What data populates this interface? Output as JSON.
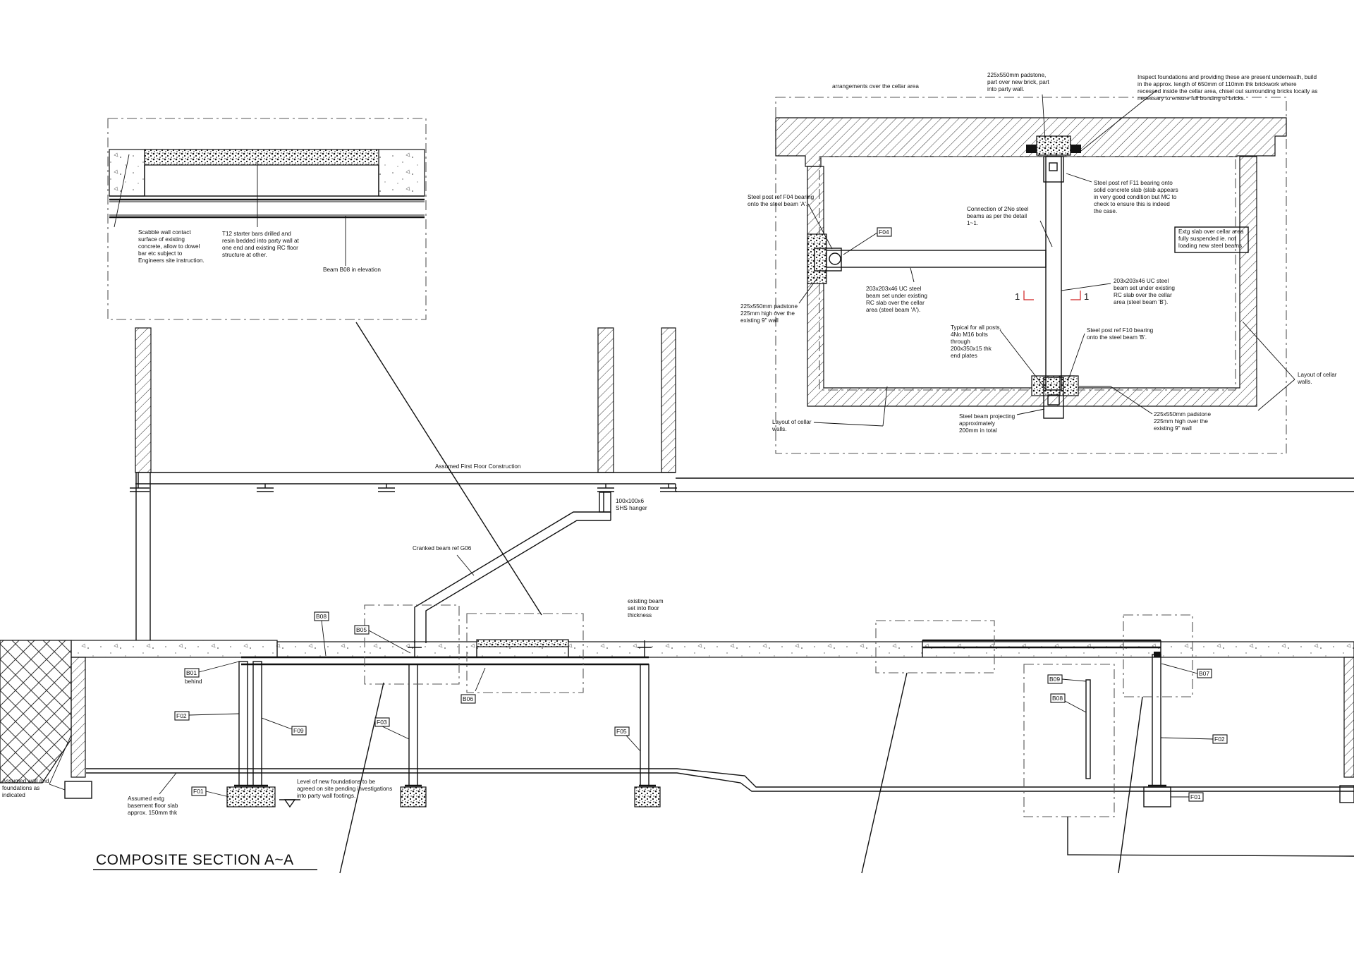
{
  "title": "COMPOSITE SECTION  A~A",
  "detail_top_left": {
    "notes": [
      [
        "Scabble wall contact",
        "surface of existing",
        "concrete, allow to dowel",
        "bar etc subject to",
        "Engineers site instruction."
      ],
      [
        "T12 starter bars drilled and",
        "resin bedded into party wall at",
        "one end and existing RC floor",
        "structure at other."
      ],
      [
        "Beam B08 in elevation"
      ]
    ]
  },
  "plan": {
    "notes": {
      "cellar_arrangement": [
        "arrangements over the cellar area"
      ],
      "padstone_top": [
        "225x550mm padstone,",
        "part over new brick, part",
        "into party wall."
      ],
      "inspect_foundations": [
        "Inspect foundations and providing these are present underneath, build",
        "in the approx. length of 650mm of 110mm thk brickwork where",
        "recessed inside the cellar area, chisel out surrounding bricks locally as",
        "necessary to ensure full bonding of bricks."
      ],
      "post_f04": [
        "Steel post ref F04 bearing",
        "onto the steel beam 'A'."
      ],
      "connection": [
        "Connection of 2No steel",
        "beams as per the detail",
        "1~1."
      ],
      "post_f11": [
        "Steel post ref F11 bearing onto",
        "solid concrete slab (slab appears",
        "in very good condition but MC to",
        "check to ensure this is indeed",
        "the case."
      ],
      "extg_slab": [
        "Extg slab over cellar area",
        "fully suspended ie. not",
        "loading new steel beams."
      ],
      "beam_a": [
        "203x203x46 UC steel",
        "beam set under existing",
        "RC slab over the cellar",
        "area (steel beam 'A')."
      ],
      "beam_b": [
        "203x203x46 UC steel",
        "beam set under existing",
        "RC slab over the cellar",
        "area (steel beam 'B')."
      ],
      "padstone_left": [
        "225x550mm padstone",
        "225mm high over the",
        "existing 9\" wall"
      ],
      "typical_posts": [
        "Typical for all posts,",
        "4No M16 bolts",
        "through",
        "200x350x15 thk",
        "end plates"
      ],
      "post_f10": [
        "Steel post ref F10 bearing",
        "onto the steel beam 'B'."
      ],
      "layout_left": [
        "Layout of cellar",
        "walls."
      ],
      "beam_projecting": [
        "Steel beam projecting",
        "approximately",
        "200mm in total"
      ],
      "padstone_right": [
        "225x550mm padstone",
        "225mm high over the",
        "existing 9\" wall"
      ],
      "layout_right": [
        "Layout of cellar",
        "walls."
      ]
    },
    "tag_f04": "F04",
    "section_marker": "1"
  },
  "section": {
    "notes": {
      "first_floor": [
        "Assumed First Floor Construction"
      ],
      "shs_hanger": [
        "100x100x6",
        "SHS hanger"
      ],
      "cranked_beam": [
        "Cranked beam ref G06"
      ],
      "existing_beam": [
        "existing beam",
        "set into floor",
        "thickness"
      ],
      "b01_behind": [
        "behind"
      ],
      "assumed_wall": [
        "Assumed wall and",
        "foundations as",
        "indicated"
      ],
      "basement_slab": [
        "Assumed extg",
        "basement floor slab",
        "approx. 150mm thk"
      ],
      "new_foundations": [
        "Level of new foundations to be",
        "agreed on site pending investigations",
        "into party wall footings."
      ]
    },
    "tags": {
      "b08": "B08",
      "b05": "B05",
      "b01": "B01",
      "b06": "B06",
      "f02": "F02",
      "f09": "F09",
      "f03": "F03",
      "f05": "F05",
      "f01": "F01",
      "b09": "B09",
      "b08_right": "B08",
      "b07": "B07",
      "f02_right": "F02",
      "f01_right": "F01"
    }
  }
}
